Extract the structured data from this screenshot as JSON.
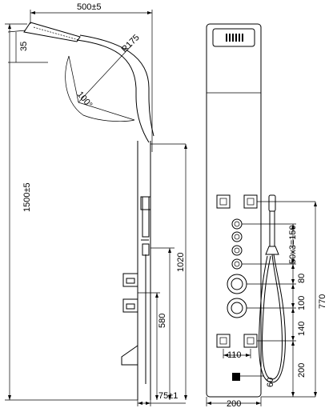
{
  "dimensions": {
    "top_width": "500±5",
    "angle_small": "35",
    "radius": "R175",
    "angle_arc": "100°",
    "total_height": "1500±5",
    "hand_height": "1020",
    "valve_height": "580",
    "depth": "75±1",
    "panel_width": "200",
    "jets_spacing": "50x3=150",
    "d80": "80",
    "d100": "100",
    "d140": "140",
    "d200": "200",
    "d60": "60",
    "d110": "110",
    "d770": "770"
  }
}
